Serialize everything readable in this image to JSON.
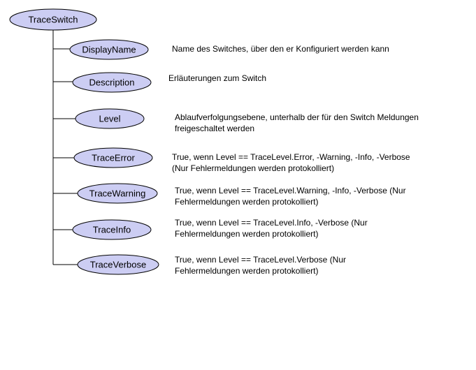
{
  "colors": {
    "node_fill": "#cccdf3",
    "node_stroke": "#000000",
    "line": "#000000",
    "text": "#000000"
  },
  "root": {
    "label": "TraceSwitch"
  },
  "properties": [
    {
      "label": "DisplayName",
      "description": "Name des Switches, über den er Konfiguriert werden kann"
    },
    {
      "label": "Description",
      "description": "Erläuterungen zum Switch"
    },
    {
      "label": "Level",
      "description": "Ablaufverfolgungsebene, unterhalb der für den Switch Meldungen\nfreigeschaltet werden"
    },
    {
      "label": "TraceError",
      "description": "True, wenn Level == TraceLevel.Error, -Warning, -Info, -Verbose\n(Nur Fehlermeldungen werden protokolliert)"
    },
    {
      "label": "TraceWarning",
      "description": "True, wenn Level == TraceLevel.Warning, -Info, -Verbose  (Nur\nFehlermeldungen werden protokolliert)"
    },
    {
      "label": "TraceInfo",
      "description": "True, wenn Level == TraceLevel.Info, -Verbose  (Nur\nFehlermeldungen werden protokolliert)"
    },
    {
      "label": "TraceVerbose",
      "description": "True, wenn Level == TraceLevel.Verbose  (Nur\nFehlermeldungen werden protokolliert)"
    }
  ]
}
